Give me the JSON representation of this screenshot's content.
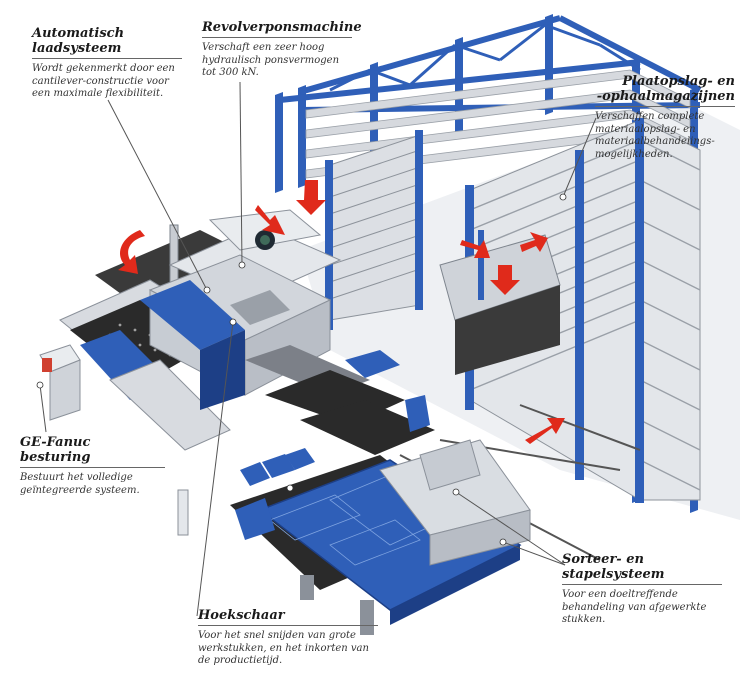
{
  "callouts": {
    "loading": {
      "title": "Automatisch\nlaadsysteem",
      "desc": "Wordt gekenmerkt door een cantilever-constructie voor een maximale flexibiliteit."
    },
    "punch": {
      "title": "Revolverponsmachine",
      "desc": "Verschaft een zeer hoog hydraulisch ponsvermogen tot 300 kN."
    },
    "storage": {
      "title": "Plaatopslag- en\n-ophaalmagazijnen",
      "desc": "Verschaffen complete materiaalopslag- en materiaalbehandelings-mogelijkheden."
    },
    "fanuc": {
      "title": "GE-Fanuc\nbesturing",
      "desc": "Bestuurt het volledige geïntegreerde systeem."
    },
    "sorting": {
      "title": "Sorteer- en\nstapelsysteem",
      "desc": "Voor een doeltreffende behandeling van afgewerkte stukken."
    },
    "shear": {
      "title": "Hoekschaar",
      "desc": "Voor het snel snijden van grote werkstukken, en het inkorten van de productietijd."
    }
  },
  "colors": {
    "machine_blue": "#2f5fb8",
    "machine_blue_dark": "#1d3f86",
    "frame_light": "#c8ccd2",
    "arrow_red": "#e02a1b",
    "belt_dark": "#2a2a2a"
  }
}
